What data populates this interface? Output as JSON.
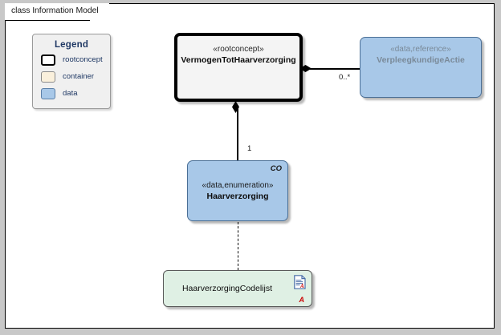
{
  "diagram": {
    "frame_label": "class Information Model"
  },
  "legend": {
    "title": "Legend",
    "items": [
      {
        "label": "rootconcept",
        "swatch": "rootconcept-swatch",
        "color": "#ffffff",
        "border": "#000000"
      },
      {
        "label": "container",
        "swatch": "container-swatch",
        "color": "#faf0dc",
        "border": "#8a8a8a"
      },
      {
        "label": "data",
        "swatch": "data-swatch",
        "color": "#a8c8e8",
        "border": "#5a7fa8"
      }
    ]
  },
  "classes": {
    "rootconcept": {
      "stereotype": "«rootconcept»",
      "name": "VermogenTotHaarverzorging"
    },
    "reference": {
      "stereotype": "«data,reference»",
      "name": "VerpleegkundigeActie"
    },
    "enumeration": {
      "stereotype": "«data,enumeration»",
      "name": "Haarverzorging",
      "corner_tag": "CO"
    },
    "codelijst": {
      "name": "HaarverzorgingCodelijst",
      "doc_icon": "document-icon",
      "a_icon": "A"
    }
  },
  "connectors": {
    "rootconcept_to_reference": {
      "type": "composition",
      "target_multiplicity": "0..*"
    },
    "rootconcept_to_enumeration": {
      "type": "composition",
      "target_multiplicity": "1"
    },
    "enumeration_to_codelijst": {
      "type": "dependency"
    }
  },
  "colors": {
    "data_fill": "#a8c8e8",
    "container_fill": "#faf0dc",
    "rootconcept_fill": "#f4f4f4",
    "codelijst_fill": "#dff0e4",
    "legend_title": "#1f3864",
    "canvas_backdrop": "#c8c8c8"
  }
}
